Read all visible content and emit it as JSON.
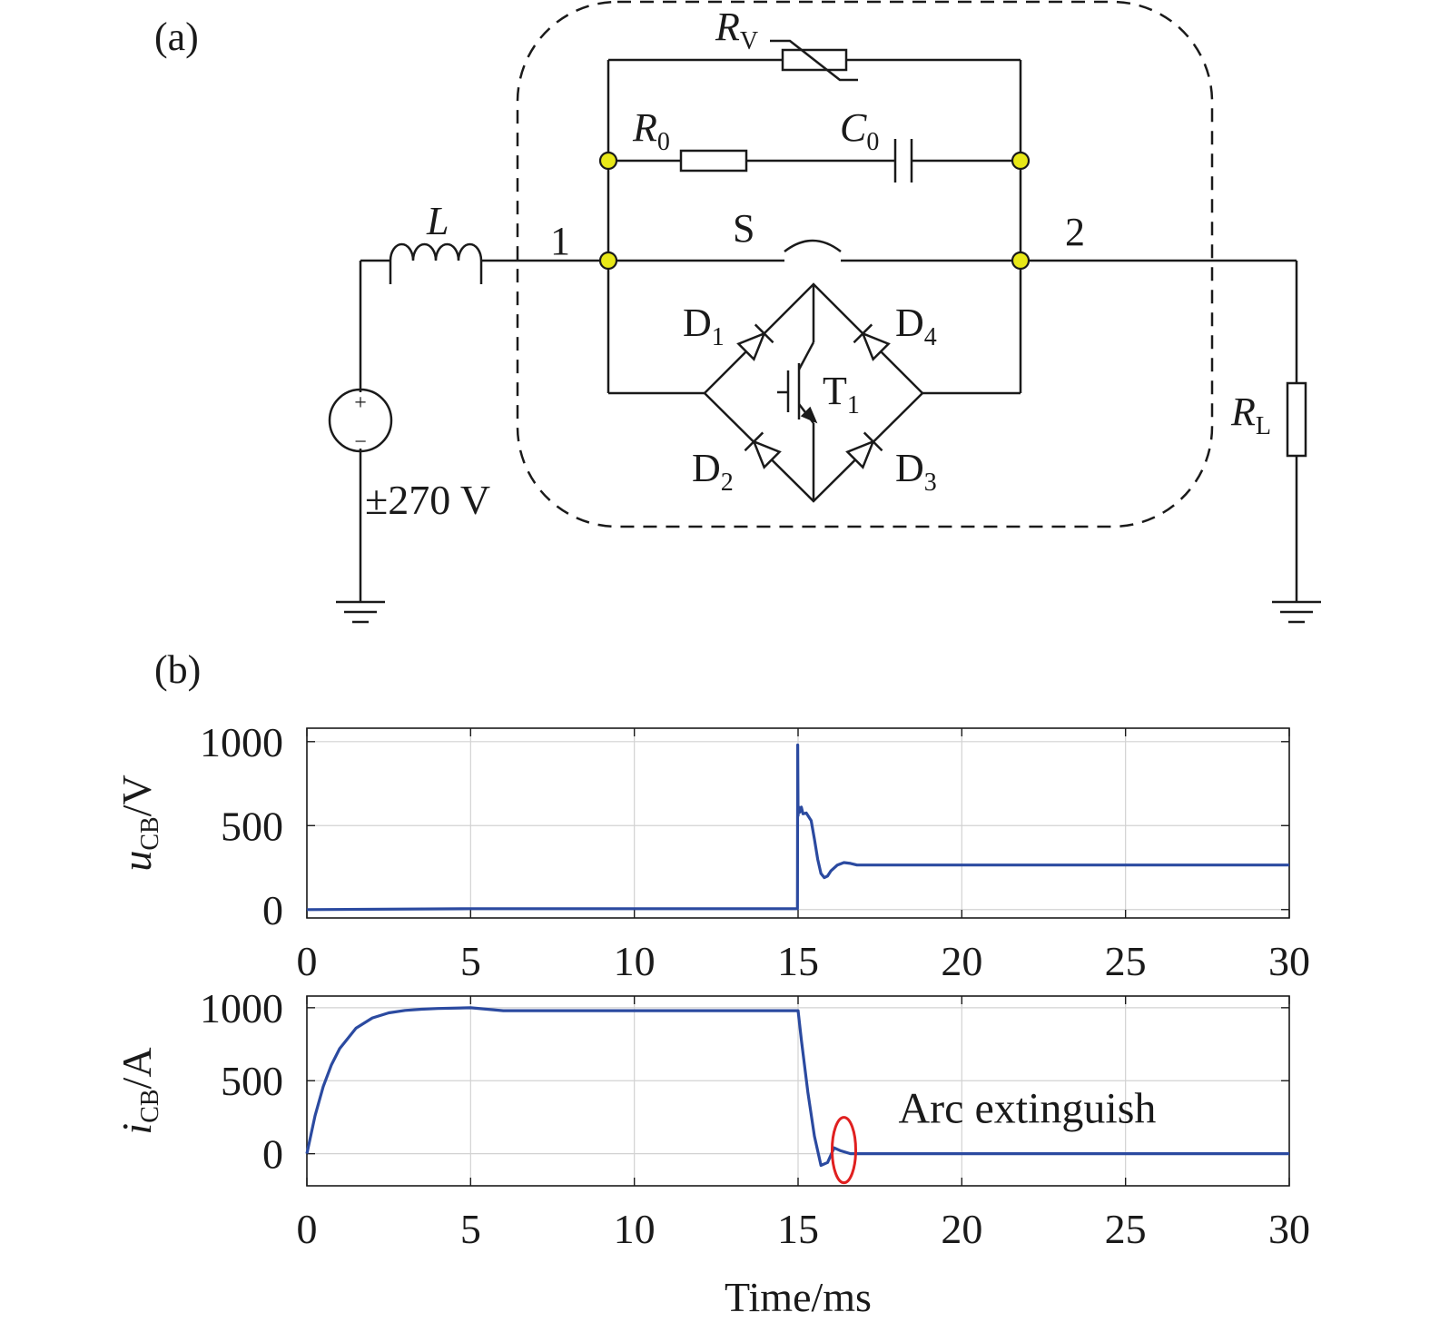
{
  "panel_a": {
    "label": "(a)",
    "components": {
      "inductor": "L",
      "source": "±270 V",
      "source_plus": "+",
      "source_minus": "−",
      "varistor_main": "R",
      "varistor_sub": "V",
      "r0_main": "R",
      "r0_sub": "0",
      "c0_main": "C",
      "c0_sub": "0",
      "switch": "S",
      "node1": "1",
      "node2": "2",
      "d1_main": "D",
      "d1_sub": "1",
      "d2_main": "D",
      "d2_sub": "2",
      "d3_main": "D",
      "d3_sub": "3",
      "d4_main": "D",
      "d4_sub": "4",
      "t1_main": "T",
      "t1_sub": "1",
      "load_main": "R",
      "load_sub": "L"
    },
    "colors": {
      "node": "#e8e818",
      "wire": "#1a1a1a"
    }
  },
  "panel_b": {
    "label": "(b)"
  },
  "chart_data": [
    {
      "type": "line",
      "ylabel_main": "u",
      "ylabel_sub": "CB",
      "ylabel_unit": "/V",
      "xlim": [
        0,
        30
      ],
      "ylim": [
        -50,
        1080
      ],
      "xticks": [
        0,
        5,
        10,
        15,
        20,
        25,
        30
      ],
      "yticks": [
        0,
        500,
        1000
      ],
      "grid": true,
      "line_color": "#2b4aa0",
      "series": [
        {
          "x": [
            0,
            5,
            14.98,
            14.99,
            15.0,
            15.02,
            15.05,
            15.1,
            15.15,
            15.25,
            15.4,
            15.5,
            15.6,
            15.7,
            15.8,
            15.9,
            16.0,
            16.2,
            16.4,
            16.6,
            16.8,
            17.0,
            17.5,
            18,
            30
          ],
          "y": [
            0,
            5,
            5,
            980,
            560,
            610,
            580,
            610,
            570,
            575,
            530,
            420,
            300,
            215,
            190,
            200,
            230,
            265,
            280,
            275,
            265,
            265,
            265,
            265,
            265
          ]
        }
      ]
    },
    {
      "type": "line",
      "ylabel_main": "i",
      "ylabel_sub": "CB",
      "ylabel_unit": "/A",
      "xlim": [
        0,
        30
      ],
      "ylim": [
        -220,
        1080
      ],
      "xticks": [
        0,
        5,
        10,
        15,
        20,
        25,
        30
      ],
      "yticks": [
        0,
        500,
        1000
      ],
      "grid": true,
      "xlabel": "Time/ms",
      "line_color": "#2b4aa0",
      "annotation": {
        "text": "Arc extinguish",
        "x": 16.4,
        "y": 25,
        "color": "#e02020"
      },
      "series": [
        {
          "x": [
            0,
            0.25,
            0.5,
            0.75,
            1.0,
            1.5,
            2.0,
            2.5,
            3.0,
            3.5,
            4.0,
            5.0,
            6.0,
            15.0,
            15.1,
            15.3,
            15.5,
            15.7,
            15.9,
            16.1,
            16.3,
            16.6,
            17.0,
            30
          ],
          "y": [
            0,
            260,
            460,
            610,
            720,
            860,
            930,
            965,
            982,
            990,
            995,
            1000,
            980,
            980,
            780,
            420,
            120,
            -80,
            -60,
            40,
            20,
            0,
            0,
            0
          ]
        }
      ]
    }
  ]
}
